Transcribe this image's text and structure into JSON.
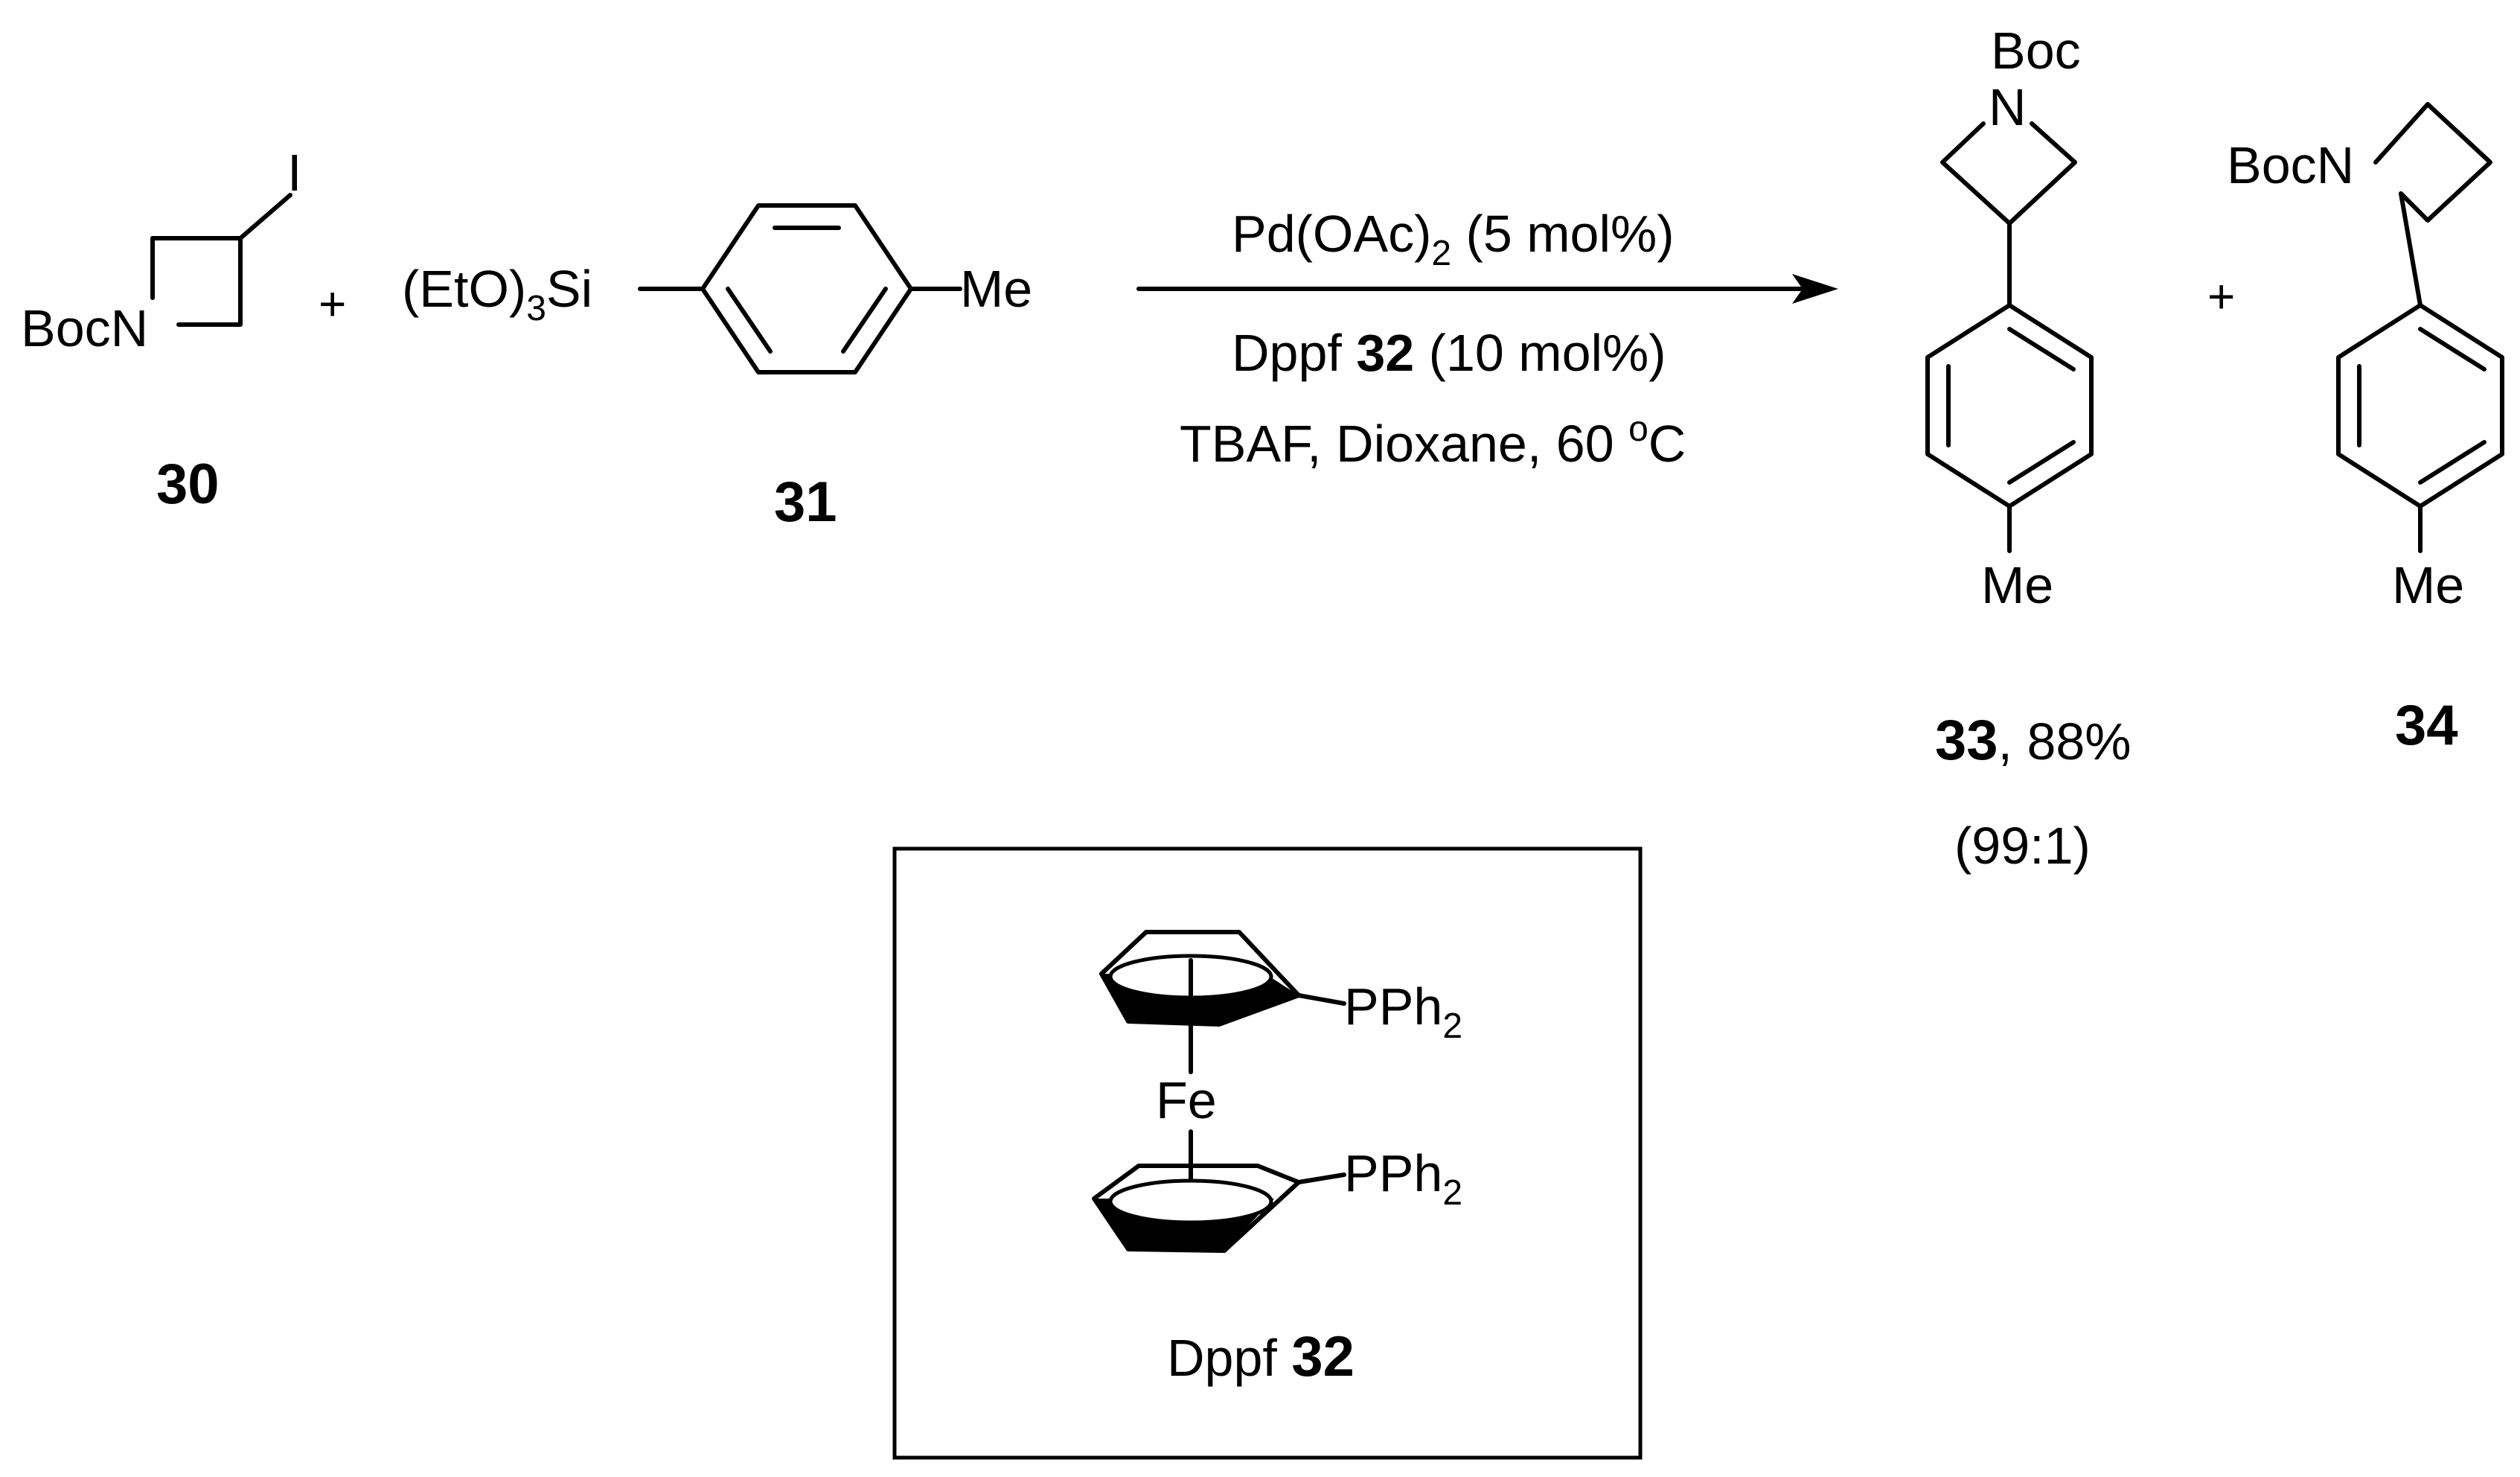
{
  "compound_30": {
    "label_boc": "BocN",
    "label_i": "I",
    "number": "30"
  },
  "compound_31": {
    "silyl_prefix": "(EtO)",
    "silyl_sub": "3",
    "silyl_suffix": "Si",
    "methyl": "Me",
    "number": "31"
  },
  "plus": "+",
  "conditions": {
    "line1_main": "Pd(OAc)",
    "line1_sub": "2",
    "line1_tail": " (5 mol%)",
    "line2_main": "Dppf ",
    "line2_bold": "32",
    "line2_tail": " (10 mol%)",
    "line3_main": "TBAF, Dioxane, 60 ",
    "line3_sup": "o",
    "line3_tail": "C"
  },
  "product_33": {
    "boc": "Boc",
    "n": "N",
    "methyl": "Me",
    "number": "33",
    "yield": ", 88%",
    "ratio": "(99:1)"
  },
  "product_34": {
    "boc": "BocN",
    "methyl": "Me",
    "number": "34"
  },
  "ligand_box": {
    "pph": "PPh",
    "pph_sub": "2",
    "fe": "Fe",
    "caption_main": "Dppf ",
    "caption_bold": "32"
  }
}
